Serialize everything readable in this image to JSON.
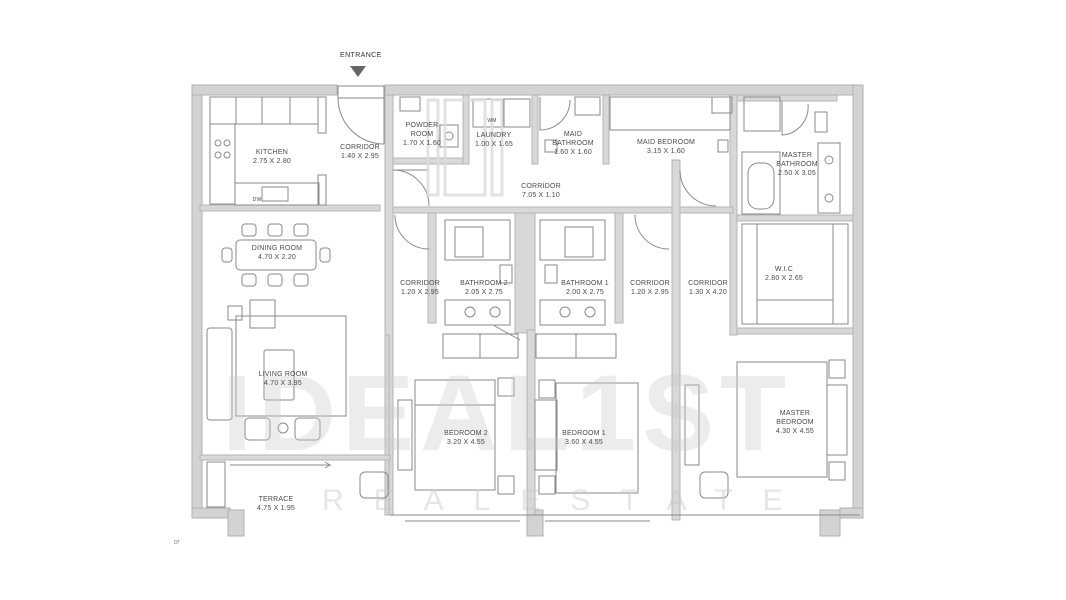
{
  "entrance_label": "ENTRANCE",
  "rooms": {
    "kitchen": {
      "name": "KITCHEN",
      "size": "2.75 X 2.80"
    },
    "corridor_entry": {
      "name": "CORRIDOR",
      "size": "1.40 X 2.95"
    },
    "powder_room": {
      "name1": "POWDER",
      "name2": "ROOM",
      "size": "1.70 X 1.60"
    },
    "laundry": {
      "name": "LAUNDRY",
      "size": "1.00 X 1.65"
    },
    "maid_bathroom": {
      "name1": "MAID",
      "name2": "BATHROOM",
      "size": "1.60 X 1.60"
    },
    "maid_bedroom": {
      "name": "MAID BEDROOM",
      "size": "3.15 X 1.60"
    },
    "master_bathroom": {
      "name1": "MASTER",
      "name2": "BATHROOM",
      "size": "2.50 X 3.05"
    },
    "corridor_main": {
      "name": "CORRIDOR",
      "size": "7.05 X 1.10"
    },
    "dining_room": {
      "name": "DINING ROOM",
      "size": "4.70 X 2.20"
    },
    "corridor_left": {
      "name": "CORRIDOR",
      "size": "1.20 X 2.95"
    },
    "bathroom_2": {
      "name": "BATHROOM 2",
      "size": "2.05 X 2.75"
    },
    "bathroom_1": {
      "name": "BATHROOM 1",
      "size": "2.00 X 2.75"
    },
    "corridor_mid": {
      "name": "CORRIDOR",
      "size": "1.20 X 2.95"
    },
    "corridor_right": {
      "name": "CORRIDOR",
      "size": "1.30 X 4.20"
    },
    "wic": {
      "name": "W.I.C",
      "size": "2.80 X 2.65"
    },
    "living_room": {
      "name": "LIVING ROOM",
      "size": "4.70 X 3.95"
    },
    "bedroom_2": {
      "name": "BEDROOM 2",
      "size": "3.20 X 4.55"
    },
    "bedroom_1": {
      "name": "BEDROOM 1",
      "size": "3.60 X 4.55"
    },
    "master_bedroom": {
      "name1": "MASTER",
      "name2": "BEDROOM",
      "size": "4.30 X 4.55"
    },
    "terrace": {
      "name": "TERRACE",
      "size": "4.75 X 1.95"
    }
  },
  "fixtures": {
    "wm": "WM",
    "dw": "DW"
  },
  "watermark": {
    "brand": "IDEAL1ST",
    "sub": "REALESTATE"
  },
  "floor_tag": "07",
  "colors": {
    "wall": "#cfcfcf",
    "wall_edge": "#b5b5b5",
    "line": "#8a8a8a",
    "text": "#4a4a4a"
  }
}
